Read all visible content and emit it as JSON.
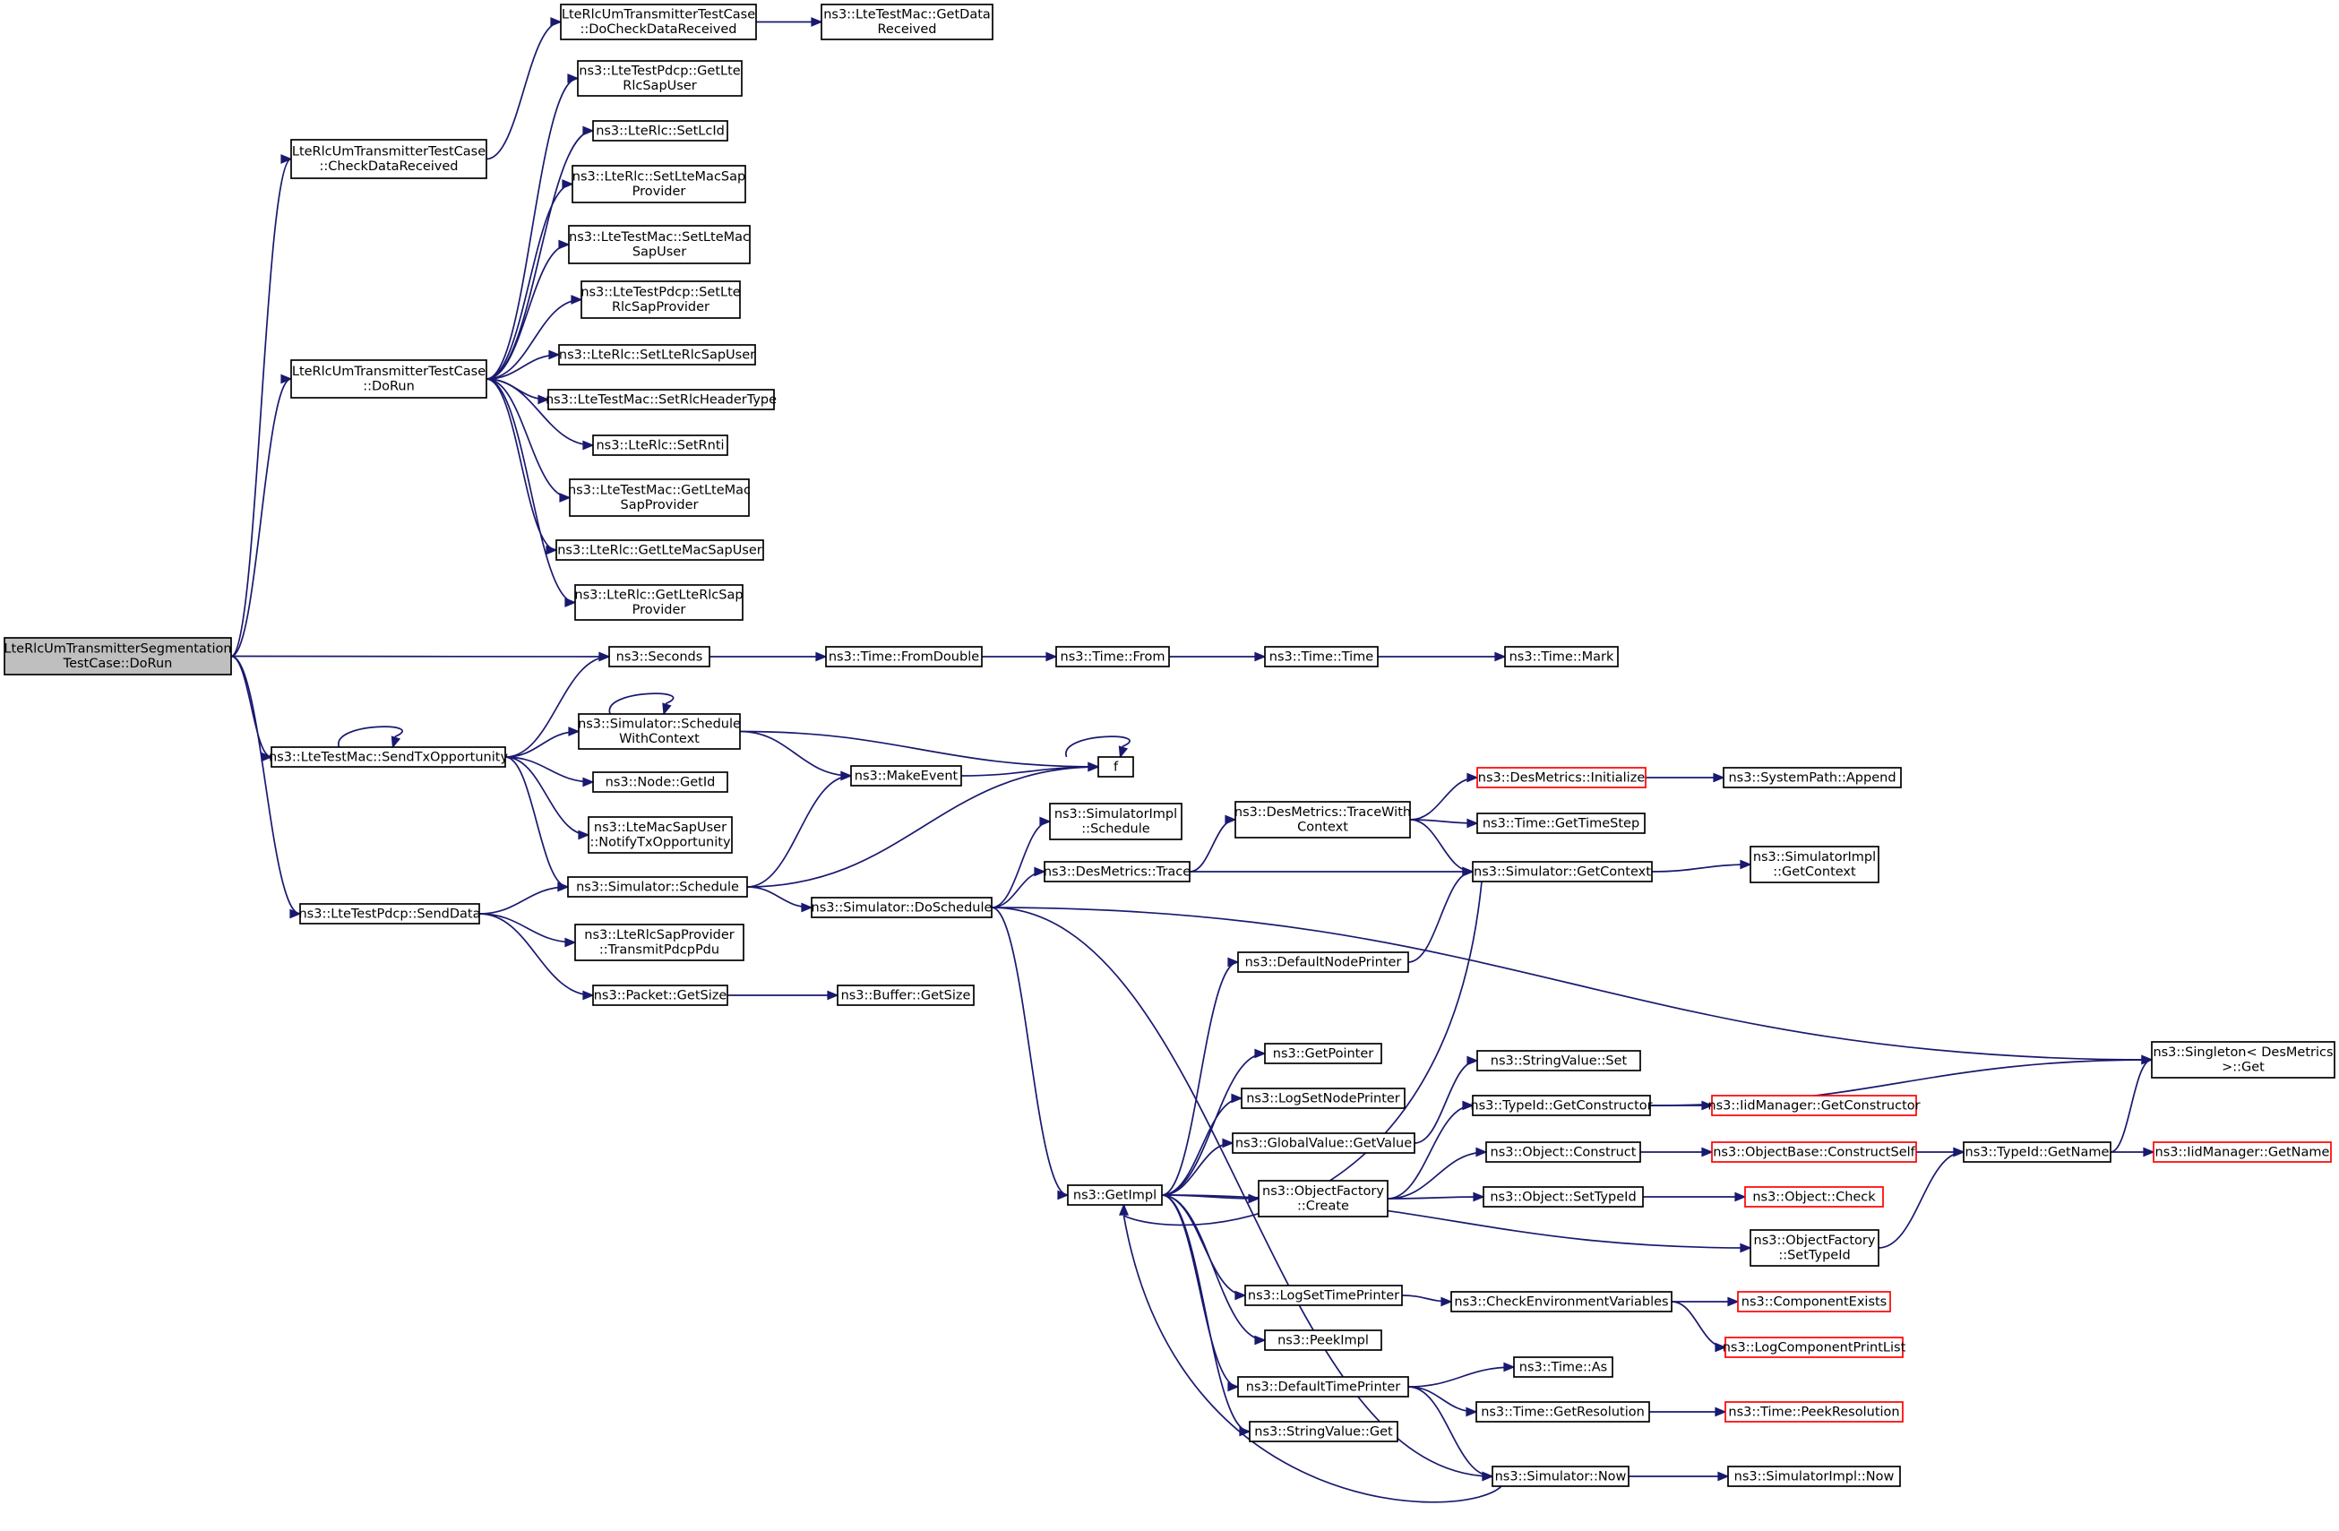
{
  "title": "",
  "colors": {
    "edge": "#191970",
    "node_border": "#000000",
    "node_border_truncated": "#ff0000",
    "root_fill": "#bfbfbf",
    "node_fill": "#ffffff"
  },
  "nodes": [
    {
      "id": "root",
      "lines": [
        "LteRlcUmTransmitterSegmentation",
        "TestCase::DoRun"
      ],
      "root": true
    },
    {
      "id": "checkData",
      "lines": [
        "LteRlcUmTransmitterTestCase",
        "::CheckDataReceived"
      ]
    },
    {
      "id": "doCheck",
      "lines": [
        "LteRlcUmTransmitterTestCase",
        "::DoCheckDataReceived"
      ]
    },
    {
      "id": "getDataRecv",
      "lines": [
        "ns3::LteTestMac::GetData",
        "Received"
      ]
    },
    {
      "id": "pdcpGetUser",
      "lines": [
        "ns3::LteTestPdcp::GetLte",
        "RlcSapUser"
      ]
    },
    {
      "id": "setLcId",
      "lines": [
        "ns3::LteRlc::SetLcId"
      ]
    },
    {
      "id": "setMacSap",
      "lines": [
        "ns3::LteRlc::SetLteMacSap",
        "Provider"
      ]
    },
    {
      "id": "macSetUser",
      "lines": [
        "ns3::LteTestMac::SetLteMac",
        "SapUser"
      ]
    },
    {
      "id": "pdcpSetProv",
      "lines": [
        "ns3::LteTestPdcp::SetLte",
        "RlcSapProvider"
      ]
    },
    {
      "id": "setRlcUser",
      "lines": [
        "ns3::LteRlc::SetLteRlcSapUser"
      ]
    },
    {
      "id": "setHeader",
      "lines": [
        "ns3::LteTestMac::SetRlcHeaderType"
      ]
    },
    {
      "id": "setRnti",
      "lines": [
        "ns3::LteRlc::SetRnti"
      ]
    },
    {
      "id": "macGetProv",
      "lines": [
        "ns3::LteTestMac::GetLteMac",
        "SapProvider"
      ]
    },
    {
      "id": "getMacUser",
      "lines": [
        "ns3::LteRlc::GetLteMacSapUser"
      ]
    },
    {
      "id": "getRlcProv",
      "lines": [
        "ns3::LteRlc::GetLteRlcSap",
        "Provider"
      ]
    },
    {
      "id": "doRun",
      "lines": [
        "LteRlcUmTransmitterTestCase",
        "::DoRun"
      ]
    },
    {
      "id": "seconds",
      "lines": [
        "ns3::Seconds"
      ]
    },
    {
      "id": "fromDouble",
      "lines": [
        "ns3::Time::FromDouble"
      ]
    },
    {
      "id": "from",
      "lines": [
        "ns3::Time::From"
      ]
    },
    {
      "id": "timeTime",
      "lines": [
        "ns3::Time::Time"
      ]
    },
    {
      "id": "mark",
      "lines": [
        "ns3::Time::Mark"
      ]
    },
    {
      "id": "sendTx",
      "lines": [
        "ns3::LteTestMac::SendTxOpportunity"
      ]
    },
    {
      "id": "schedCtx",
      "lines": [
        "ns3::Simulator::Schedule",
        "WithContext"
      ]
    },
    {
      "id": "makeEvent",
      "lines": [
        "ns3::MakeEvent"
      ]
    },
    {
      "id": "f",
      "lines": [
        "f"
      ]
    },
    {
      "id": "getId",
      "lines": [
        "ns3::Node::GetId"
      ]
    },
    {
      "id": "notifyTx",
      "lines": [
        "ns3::LteMacSapUser",
        "::NotifyTxOpportunity"
      ]
    },
    {
      "id": "schedule",
      "lines": [
        "ns3::Simulator::Schedule"
      ]
    },
    {
      "id": "sendData",
      "lines": [
        "ns3::LteTestPdcp::SendData"
      ]
    },
    {
      "id": "transmit",
      "lines": [
        "ns3::LteRlcSapProvider",
        "::TransmitPdcpPdu"
      ]
    },
    {
      "id": "pktSize",
      "lines": [
        "ns3::Packet::GetSize"
      ]
    },
    {
      "id": "bufSize",
      "lines": [
        "ns3::Buffer::GetSize"
      ]
    },
    {
      "id": "simImplSched",
      "lines": [
        "ns3::SimulatorImpl",
        "::Schedule"
      ]
    },
    {
      "id": "doSchedule",
      "lines": [
        "ns3::Simulator::DoSchedule"
      ]
    },
    {
      "id": "desTrace",
      "lines": [
        "ns3::DesMetrics::Trace"
      ]
    },
    {
      "id": "traceWith",
      "lines": [
        "ns3::DesMetrics::TraceWith",
        "Context"
      ]
    },
    {
      "id": "desInit",
      "lines": [
        "ns3::DesMetrics::Initialize"
      ],
      "truncated": true
    },
    {
      "id": "append",
      "lines": [
        "ns3::SystemPath::Append"
      ]
    },
    {
      "id": "timeStep",
      "lines": [
        "ns3::Time::GetTimeStep"
      ]
    },
    {
      "id": "getContext",
      "lines": [
        "ns3::Simulator::GetContext"
      ]
    },
    {
      "id": "implCtx",
      "lines": [
        "ns3::SimulatorImpl",
        "::GetContext"
      ]
    },
    {
      "id": "defNode",
      "lines": [
        "ns3::DefaultNodePrinter"
      ]
    },
    {
      "id": "singleton",
      "lines": [
        "ns3::Singleton< DesMetrics",
        " >::Get"
      ]
    },
    {
      "id": "getPointer",
      "lines": [
        "ns3::GetPointer"
      ]
    },
    {
      "id": "logNode",
      "lines": [
        "ns3::LogSetNodePrinter"
      ]
    },
    {
      "id": "gvGet",
      "lines": [
        "ns3::GlobalValue::GetValue"
      ]
    },
    {
      "id": "getImpl",
      "lines": [
        "ns3::GetImpl"
      ]
    },
    {
      "id": "ofCreate",
      "lines": [
        "ns3::ObjectFactory",
        "::Create"
      ]
    },
    {
      "id": "svSet",
      "lines": [
        "ns3::StringValue::Set"
      ]
    },
    {
      "id": "tidCons",
      "lines": [
        "ns3::TypeId::GetConstructor"
      ]
    },
    {
      "id": "iidCons",
      "lines": [
        "ns3::IidManager::GetConstructor"
      ],
      "truncated": true
    },
    {
      "id": "objCons",
      "lines": [
        "ns3::Object::Construct"
      ]
    },
    {
      "id": "consSelf",
      "lines": [
        "ns3::ObjectBase::ConstructSelf"
      ],
      "truncated": true
    },
    {
      "id": "tidName",
      "lines": [
        "ns3::TypeId::GetName"
      ]
    },
    {
      "id": "iidName",
      "lines": [
        "ns3::IidManager::GetName"
      ],
      "truncated": true
    },
    {
      "id": "setTid",
      "lines": [
        "ns3::Object::SetTypeId"
      ]
    },
    {
      "id": "objCheck",
      "lines": [
        "ns3::Object::Check"
      ],
      "truncated": true
    },
    {
      "id": "ofSetTid",
      "lines": [
        "ns3::ObjectFactory",
        "::SetTypeId"
      ]
    },
    {
      "id": "logTime",
      "lines": [
        "ns3::LogSetTimePrinter"
      ]
    },
    {
      "id": "checkEnv",
      "lines": [
        "ns3::CheckEnvironmentVariables"
      ]
    },
    {
      "id": "compExists",
      "lines": [
        "ns3::ComponentExists"
      ],
      "truncated": true
    },
    {
      "id": "logList",
      "lines": [
        "ns3::LogComponentPrintList"
      ],
      "truncated": true
    },
    {
      "id": "peekImpl",
      "lines": [
        "ns3::PeekImpl"
      ]
    },
    {
      "id": "defTime",
      "lines": [
        "ns3::DefaultTimePrinter"
      ]
    },
    {
      "id": "timeAs",
      "lines": [
        "ns3::Time::As"
      ]
    },
    {
      "id": "getRes",
      "lines": [
        "ns3::Time::GetResolution"
      ]
    },
    {
      "id": "peekRes",
      "lines": [
        "ns3::Time::PeekResolution"
      ],
      "truncated": true
    },
    {
      "id": "svGet",
      "lines": [
        "ns3::StringValue::Get"
      ]
    },
    {
      "id": "simNow",
      "lines": [
        "ns3::Simulator::Now"
      ]
    },
    {
      "id": "implNow",
      "lines": [
        "ns3::SimulatorImpl::Now"
      ]
    }
  ],
  "edges": [
    [
      "root",
      "checkData"
    ],
    [
      "root",
      "doRun"
    ],
    [
      "root",
      "seconds"
    ],
    [
      "root",
      "sendTx"
    ],
    [
      "root",
      "sendData"
    ],
    [
      "checkData",
      "doCheck"
    ],
    [
      "doCheck",
      "getDataRecv"
    ],
    [
      "doRun",
      "pdcpGetUser"
    ],
    [
      "doRun",
      "setLcId"
    ],
    [
      "doRun",
      "setMacSap"
    ],
    [
      "doRun",
      "macSetUser"
    ],
    [
      "doRun",
      "pdcpSetProv"
    ],
    [
      "doRun",
      "setRlcUser"
    ],
    [
      "doRun",
      "setHeader"
    ],
    [
      "doRun",
      "setRnti"
    ],
    [
      "doRun",
      "macGetProv"
    ],
    [
      "doRun",
      "getMacUser"
    ],
    [
      "doRun",
      "getRlcProv"
    ],
    [
      "seconds",
      "fromDouble"
    ],
    [
      "fromDouble",
      "from"
    ],
    [
      "from",
      "timeTime"
    ],
    [
      "timeTime",
      "mark"
    ],
    [
      "sendTx",
      "sendTx"
    ],
    [
      "sendTx",
      "seconds"
    ],
    [
      "sendTx",
      "schedCtx"
    ],
    [
      "sendTx",
      "getId"
    ],
    [
      "sendTx",
      "notifyTx"
    ],
    [
      "sendTx",
      "schedule"
    ],
    [
      "schedCtx",
      "schedCtx"
    ],
    [
      "schedCtx",
      "makeEvent"
    ],
    [
      "schedCtx",
      "f"
    ],
    [
      "makeEvent",
      "f"
    ],
    [
      "f",
      "f"
    ],
    [
      "schedule",
      "makeEvent"
    ],
    [
      "schedule",
      "f"
    ],
    [
      "schedule",
      "doSchedule"
    ],
    [
      "sendData",
      "schedule"
    ],
    [
      "sendData",
      "transmit"
    ],
    [
      "sendData",
      "pktSize"
    ],
    [
      "pktSize",
      "bufSize"
    ],
    [
      "doSchedule",
      "simImplSched"
    ],
    [
      "doSchedule",
      "desTrace"
    ],
    [
      "doSchedule",
      "singleton"
    ],
    [
      "doSchedule",
      "getImpl"
    ],
    [
      "doSchedule",
      "simNow"
    ],
    [
      "desTrace",
      "traceWith"
    ],
    [
      "desTrace",
      "getContext"
    ],
    [
      "traceWith",
      "desInit"
    ],
    [
      "traceWith",
      "timeStep"
    ],
    [
      "traceWith",
      "getContext"
    ],
    [
      "desInit",
      "append"
    ],
    [
      "getContext",
      "implCtx"
    ],
    [
      "getContext",
      "getImpl"
    ],
    [
      "defNode",
      "getContext"
    ],
    [
      "getImpl",
      "defNode"
    ],
    [
      "getImpl",
      "getPointer"
    ],
    [
      "getImpl",
      "logNode"
    ],
    [
      "getImpl",
      "gvGet"
    ],
    [
      "getImpl",
      "ofCreate"
    ],
    [
      "getImpl",
      "ofSetTid"
    ],
    [
      "getImpl",
      "logTime"
    ],
    [
      "getImpl",
      "peekImpl"
    ],
    [
      "getImpl",
      "defTime"
    ],
    [
      "getImpl",
      "svGet"
    ],
    [
      "gvGet",
      "svSet"
    ],
    [
      "ofCreate",
      "tidCons"
    ],
    [
      "ofCreate",
      "objCons"
    ],
    [
      "ofCreate",
      "setTid"
    ],
    [
      "tidCons",
      "iidCons"
    ],
    [
      "tidCons",
      "singleton"
    ],
    [
      "objCons",
      "consSelf"
    ],
    [
      "consSelf",
      "tidName"
    ],
    [
      "tidName",
      "iidName"
    ],
    [
      "tidName",
      "singleton"
    ],
    [
      "setTid",
      "objCheck"
    ],
    [
      "ofSetTid",
      "tidName"
    ],
    [
      "logTime",
      "checkEnv"
    ],
    [
      "checkEnv",
      "compExists"
    ],
    [
      "checkEnv",
      "logList"
    ],
    [
      "defTime",
      "timeAs"
    ],
    [
      "defTime",
      "getRes"
    ],
    [
      "defTime",
      "simNow"
    ],
    [
      "getRes",
      "peekRes"
    ],
    [
      "simNow",
      "getImpl"
    ],
    [
      "simNow",
      "implNow"
    ]
  ]
}
